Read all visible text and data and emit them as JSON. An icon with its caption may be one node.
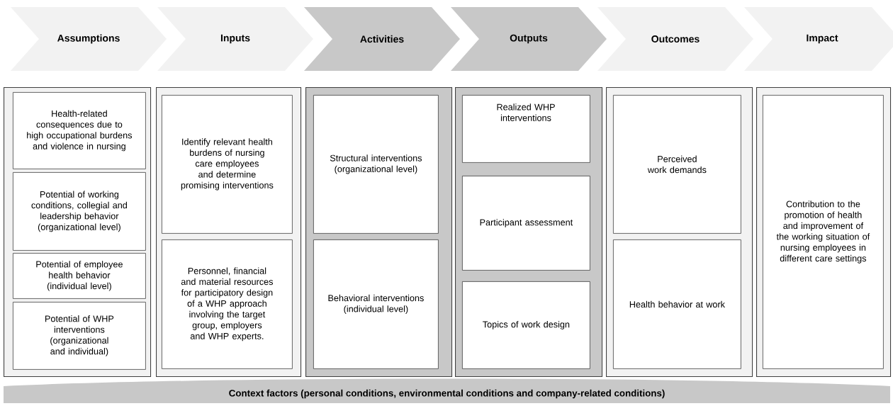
{
  "diagram": {
    "nodes": [
      {
        "text": [
          "Assumptions"
        ]
      },
      {
        "text": [
          "Inputs"
        ]
      },
      {
        "text": [
          "Activities"
        ]
      },
      {
        "text": [
          "Outputs"
        ]
      },
      {
        "text": [
          "Outcomes"
        ]
      },
      {
        "text": [
          "Impact"
        ]
      },
      {
        "text": [],
        "shape": "box"
      },
      {
        "text": [
          "Health-related consequences due to high occupational burdens and violence in nursing"
        ],
        "in": 6
      },
      {
        "text": [
          "Potential of working conditions, collegial and leadership behavior (organizational level)"
        ],
        "in": 6
      },
      {
        "text": [
          "Potential of employee health behavior (individual level)"
        ],
        "in": 6
      },
      {
        "text": [
          "Potential of WHP interventions (organizational and individual)"
        ],
        "in": 6
      },
      {
        "text": [],
        "shape": "box"
      },
      {
        "text": [
          "Identify relevant health burdens of nursing care employees and determine promising interventions"
        ],
        "in": 11
      },
      {
        "text": [
          "Personnel, financial and material resources for participatory design of a WHP approach involving the target group, employers and WHP experts."
        ],
        "in": 11
      },
      {
        "text": [],
        "shape": "box"
      },
      {
        "text": [
          "Structural interventions (organizational level)"
        ],
        "in": 14
      },
      {
        "text": [
          "Behavioral interventions (individual level)"
        ],
        "in": 14
      },
      {
        "text": [],
        "shape": "box"
      },
      {
        "text": [
          "Realized WHP interventions"
        ],
        "in": 17
      },
      {
        "text": [
          "Participant assessment"
        ],
        "in": 17
      },
      {
        "text": [
          "Topics of work design"
        ],
        "in": 17
      },
      {
        "text": [],
        "shape": "box"
      },
      {
        "text": [
          "Perceived work demands"
        ],
        "in": 21
      },
      {
        "text": [
          "Health behavior at work"
        ],
        "in": 21
      },
      {
        "text": [],
        "shape": "box"
      },
      {
        "text": [
          "Contribution to the promotion of health and improvement of the working situation of nursing employees in different care settings"
        ],
        "in": 24
      },
      {
        "text": [
          "Context factors (personal conditions, environmental conditions and company-related conditions)"
        ]
      }
    ]
  }
}
